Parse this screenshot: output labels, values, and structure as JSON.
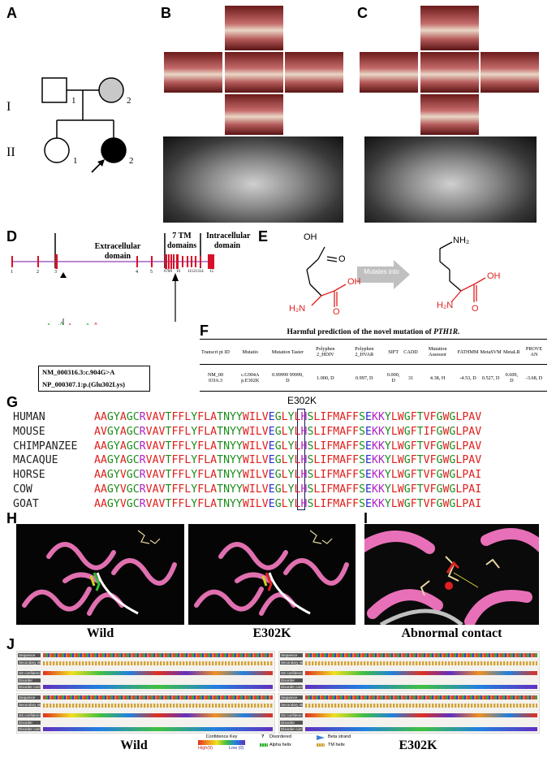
{
  "panel_labels": [
    "A",
    "B",
    "C",
    "D",
    "E",
    "F",
    "G",
    "H",
    "I",
    "J"
  ],
  "pedigree": {
    "generations": [
      "I",
      "II"
    ],
    "individual_numbers": [
      "1",
      "2",
      "1",
      "2"
    ]
  },
  "gene_diagram": {
    "domains": [
      "Extracellular domain",
      "7 TM domains",
      "Intracellular domain"
    ],
    "exon_numbers": [
      "1",
      "2",
      "3",
      "4",
      "5",
      "6789",
      "10",
      "11121314",
      "15"
    ],
    "variant_cdna": "NM_000316.3:c.904G>A",
    "variant_protein": "NP_000307.1:p.(Glu302Lys)"
  },
  "structure": {
    "arrow_label": "Mutates into",
    "atoms": {
      "oh": "OH",
      "o": "O",
      "h2n": "H₂N",
      "nh2": "NH₂"
    }
  },
  "table": {
    "title": "Harmful prediction of the novel mutation of ",
    "title_gene": "PTH1R.",
    "headers": [
      "Transcri pt ID",
      "Mutatio",
      "Mutation Taster",
      "Polyphen 2_HDIV",
      "Polyphen 2_HVAR",
      "SIFT",
      "CADD",
      "Mutation Assessor",
      "FATHMM",
      "MetaSVM",
      "MetaLR",
      "PROVE AN"
    ],
    "row": [
      "NM_00 0316.3",
      "c.G904A p.E302K",
      "0.99999 99999, D",
      "1.000, D",
      "0.997, D",
      "0.000, D",
      "31",
      "4.38, H",
      "-4.53, D",
      "0.527, D",
      "0.609, D",
      "-3.68, D"
    ]
  },
  "alignment": {
    "mutation_label": "E302K",
    "species": [
      "HUMAN",
      "MOUSE",
      "CHIMPANZEE",
      "MACAQUE",
      "HORSE",
      "COW",
      "GOAT"
    ],
    "sequences": [
      "AAGYAGCRVAVTFFLYFLATNYYWILVEGLYLHSLIFMAFFSEKKYLWGFTVFGWGLPAV",
      "AVGYAGCRVAVTFFLYFLATNYYWILVEGLYLHSLIFMAFFSEKKYLWGFTIFGWGLPAV",
      "AAGYAGCRVAVTFFLYFLATNYYWILVEGLYLHSLIFMAFFSEKKYLWGFTVFGWGLPAV",
      "AAGYAGCRVAVTFFLYFLATNYYWILVEGLYLHSLIFMAFFSEKKYLWGFTVFGWGLPAV",
      "AAGYVGCRVAVTFFLYFLATNYYWILVEGLYLHSLIFMAFFSEKKYLWGFTVFGWGLPAI",
      "AAGYVGCRVAVTFFLYFLATNYYWILVEGLYLHSLIFMAFFSEKKYLWGFTVFGWGLPAI",
      "AAGYVGCRVAVTFFLYFLATNYYWILVEGLYLHSLIFMAFFSEKKYLWGFTVFGWGLPAI"
    ],
    "colors": {
      "hydrophobic": "#e0201c",
      "polar": "#1a8c1a",
      "acidic": "#2a2ad6",
      "basic": "#b020c8"
    }
  },
  "captions": {
    "h_left": "Wild",
    "h_right": "E302K",
    "i": "Abnormal contact",
    "j_left": "Wild",
    "j_right": "E302K"
  },
  "psipred": {
    "track_labels": [
      "Sequence",
      "Secondary structure",
      "SS confidence",
      "Disorder",
      "Disorder confidence"
    ],
    "legend": {
      "confidence_key": "Confidence Key",
      "high": "High(9)",
      "low": "Low (0)",
      "disordered_symbol": "?",
      "disordered": "Disordered",
      "alpha_helix": "Alpha helix",
      "beta_strand": "Beta strand",
      "tm_helix": "TM helix"
    }
  }
}
